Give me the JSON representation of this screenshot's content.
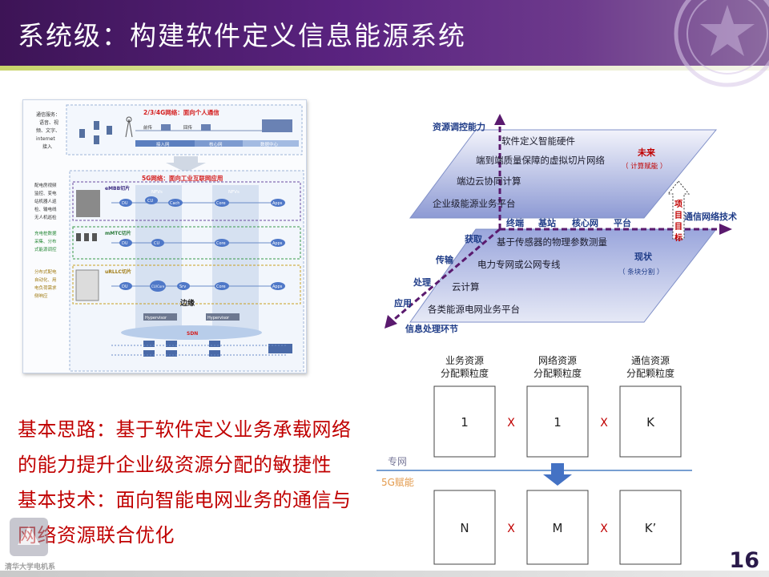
{
  "slide": {
    "title": "系统级：构建软件定义信息能源系统",
    "page_number": "16",
    "logo_text": "清华大学电机系"
  },
  "left_text": {
    "line1": "基本思路：基于软件定义业务承载网络",
    "line2": "的能力提升企业级资源分配的敏捷性",
    "line3": "基本技术：面向智能电网业务的通信与",
    "line4": "网络资源联合优化"
  },
  "network_figure": {
    "top_title": "2/3/4G网络：面向个人通信",
    "top_desc": [
      "通信服务：",
      "语音、视",
      "频、文字、",
      "internet",
      "接入"
    ],
    "top_labels": [
      "前传",
      "回传"
    ],
    "top_segments": [
      "接入网",
      "核心网",
      "数据中心"
    ],
    "mid_title": "5G网络：面向工业互联网应用",
    "nfv": [
      "NFVs",
      "NFVs"
    ],
    "slices": [
      {
        "name": "eMBB切片",
        "desc": [
          "配电房视频",
          "监控、变电",
          "站机器人巡",
          "检、输电线",
          "无人机巡检"
        ],
        "nodes": [
          "DU",
          "CU",
          "Cach",
          "Core",
          "Apps"
        ]
      },
      {
        "name": "mMTC切片",
        "desc": [
          "充电桩数据",
          "采集、分布",
          "式能源调控"
        ],
        "nodes": [
          "DU",
          "CU",
          "Core",
          "Apps"
        ]
      },
      {
        "name": "uRLLC切片",
        "desc": [
          "分布式配电",
          "自动化、用",
          "电负荷需求",
          "侧响应"
        ],
        "nodes": [
          "DU",
          "CU/Core",
          "Srv",
          "Core",
          "Apps"
        ]
      }
    ],
    "edge_label": "边缘",
    "hypervisor": [
      "Hypervisor",
      "Hypervisor"
    ],
    "sdn_label": "SDN"
  },
  "plane_diagram": {
    "y_axis": "资源调控能力",
    "x_axis": "通信网络技术",
    "z_axis": "信息处理环节",
    "upper_items": [
      "软件定义智能硬件",
      "端到端质量保障的虚拟切片网络",
      "端边云协同计算",
      "企业级能源业务平台"
    ],
    "upper_tag": "未来",
    "upper_tag_sub": "（ 计算赋能 ）",
    "x_ticks": [
      "终端",
      "基站",
      "核心网",
      "平台"
    ],
    "goal_label": "项目目标",
    "z_ticks": [
      "获取",
      "传输",
      "处理",
      "应用"
    ],
    "lower_items": [
      "基于传感器的物理参数测量",
      "电力专网或公网专线",
      "云计算",
      "各类能源电网业务平台"
    ],
    "lower_tag": "现状",
    "lower_tag_sub": "（ 条块分割 ）"
  },
  "allocation": {
    "headers": [
      [
        "业务资源",
        "分配颗粒度"
      ],
      [
        "网络资源",
        "分配颗粒度"
      ],
      [
        "通信资源",
        "分配颗粒度"
      ]
    ],
    "top_values": [
      "1",
      "1",
      "K"
    ],
    "bottom_values": [
      "N",
      "M",
      "K’"
    ],
    "multiply": "X",
    "zone_top": "专网",
    "zone_bottom": "5G赋能"
  },
  "colors": {
    "header_purple": "#4b1c6b",
    "accent_red": "#c00000",
    "axis_purple": "#5a1a6e",
    "plane_blue": "#3d5aa8",
    "divider_blue": "#4a7ec2",
    "zone_orange": "#e39a4c",
    "arrow_blue": "#4472c4"
  }
}
